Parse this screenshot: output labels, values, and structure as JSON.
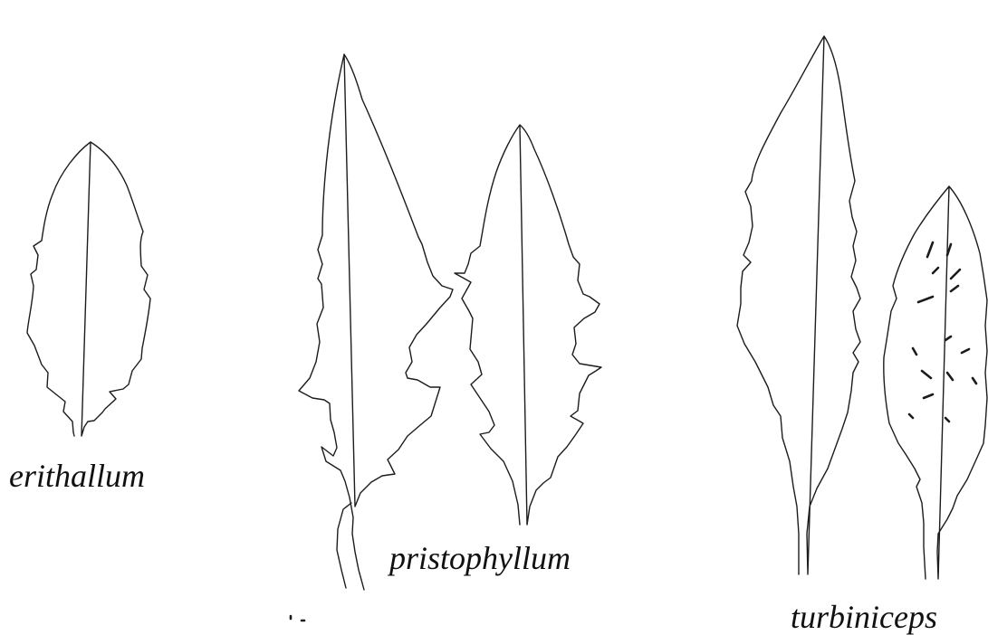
{
  "labels": {
    "erithallum": "erithallum",
    "pristophyllum": "pristophyllum",
    "turbiniceps": "turbiniceps"
  },
  "colors": {
    "line": "#1c1c1c",
    "background": "#ffffff"
  }
}
